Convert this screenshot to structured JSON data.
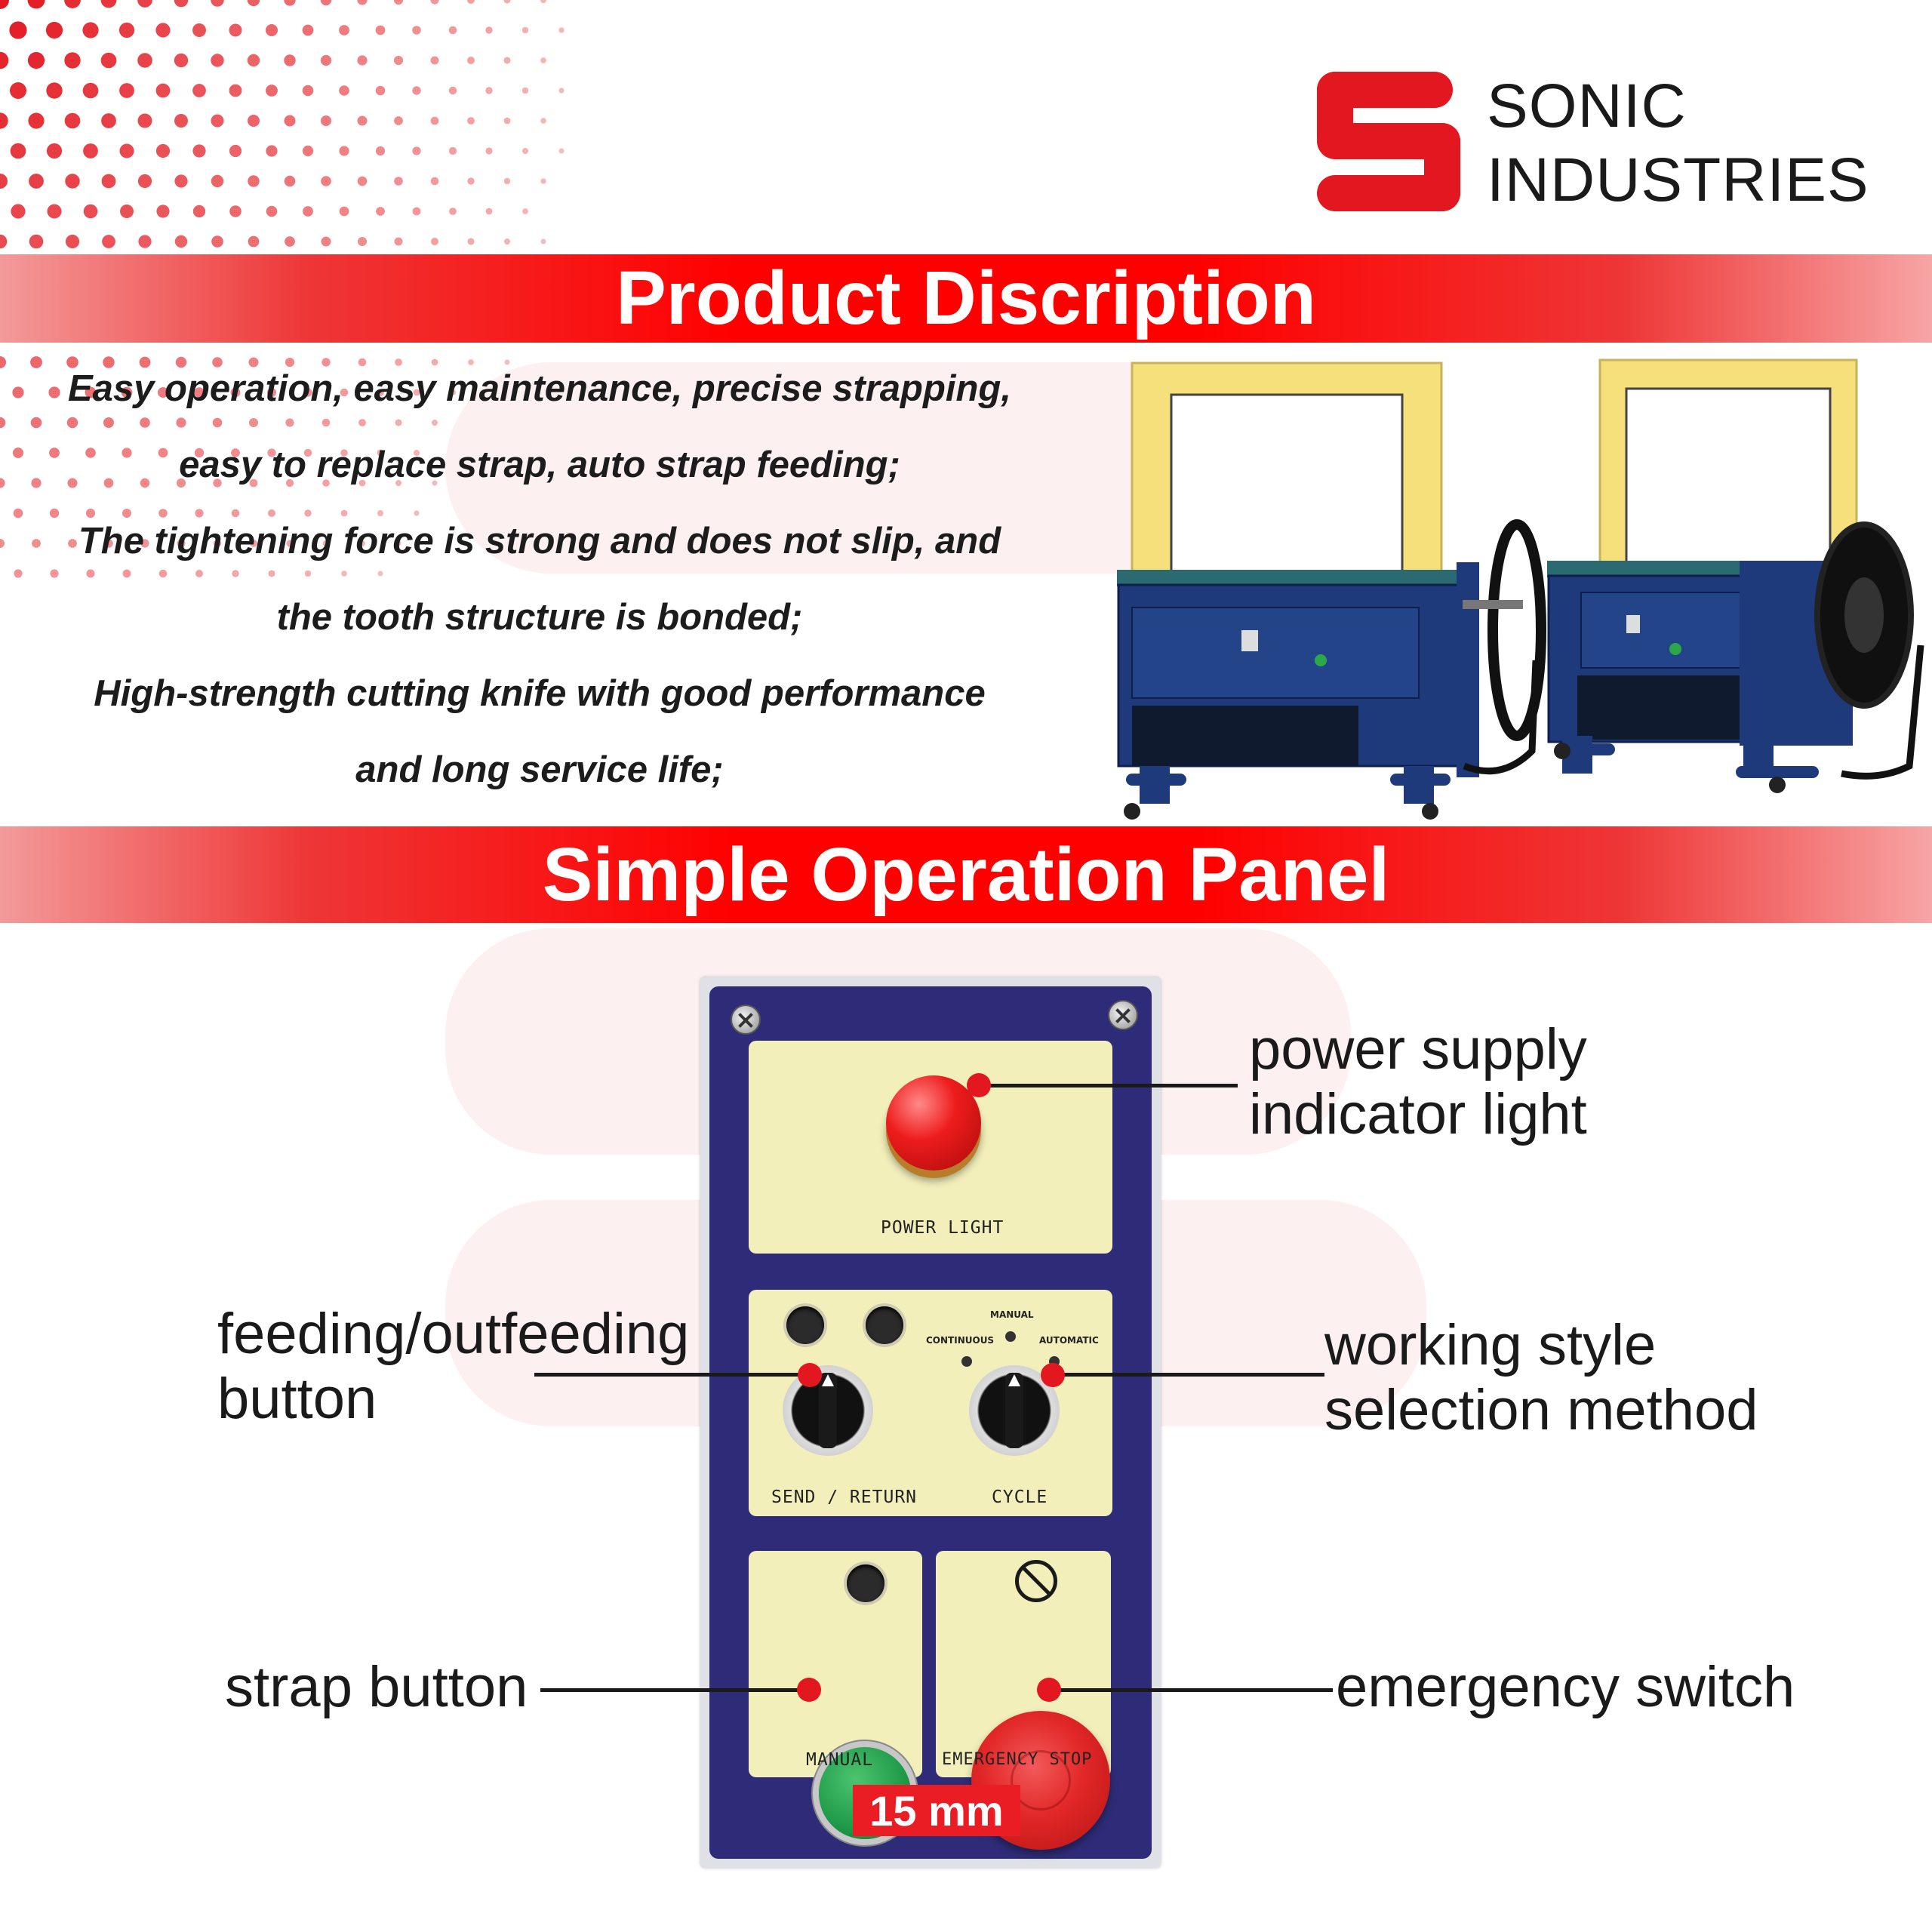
{
  "brand": {
    "name_line1": "SONIC",
    "name_line2": "INDUSTRIES",
    "accent_color": "#e2171f"
  },
  "sections": {
    "description_title": "Product Discription",
    "panel_title": "Simple Operation Panel"
  },
  "description_lines": [
    "Easy operation, easy maintenance, precise strapping,",
    "easy to replace strap, auto strap feeding;",
    "The tightening force is strong and does not slip, and",
    "the tooth structure is bonded;",
    "High-strength cutting knife with good performance",
    "and long service life;"
  ],
  "panel": {
    "power_light_label": "POWER LIGHT",
    "send_return_label": "SEND / RETURN",
    "cycle_label": "CYCLE",
    "mode_manual": "MANUAL",
    "mode_continuous": "CONTINUOUS",
    "mode_automatic": "AUTOMATIC",
    "manual_label": "MANUAL",
    "emergency_stop_label": "EMERGENCY STOP",
    "size_tag": "15 mm"
  },
  "callouts": {
    "power_supply_line1": "power supply",
    "power_supply_line2": "indicator light",
    "feeding_line1": "feeding/outfeeding",
    "feeding_line2": "button",
    "working_style_line1": "working style",
    "working_style_line2": "selection method",
    "strap_button": "strap button",
    "emergency_switch": "emergency switch"
  }
}
